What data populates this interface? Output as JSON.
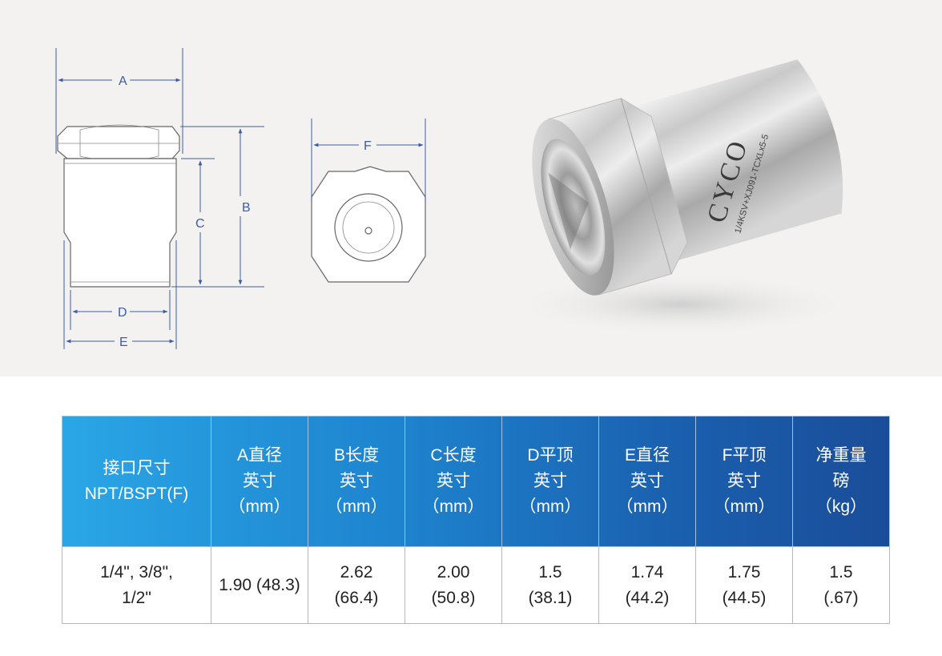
{
  "drawing": {
    "labels": {
      "a": "A",
      "b": "B",
      "c": "C",
      "d": "D",
      "e": "E",
      "f": "F"
    }
  },
  "photo": {
    "brand": "CYCO",
    "part_number": "1/4KSV+XJ091-TCXLx5-5"
  },
  "table": {
    "header": [
      {
        "line1": "接口尺寸",
        "line2": "NPT/BSPT(F)",
        "line3": ""
      },
      {
        "line1": "A直径",
        "line2": "英寸",
        "line3": "（mm）"
      },
      {
        "line1": "B长度",
        "line2": "英寸",
        "line3": "（mm）"
      },
      {
        "line1": "C长度",
        "line2": "英寸",
        "line3": "（mm）"
      },
      {
        "line1": "D平顶",
        "line2": "英寸",
        "line3": "（mm）"
      },
      {
        "line1": "E直径",
        "line2": "英寸",
        "line3": "（mm）"
      },
      {
        "line1": "F平顶",
        "line2": "英寸",
        "line3": "（mm）"
      },
      {
        "line1": "净重量",
        "line2": "磅",
        "line3": "（kg）"
      }
    ],
    "row": [
      {
        "line1": "1/4\",  3/8\",",
        "line2": "1/2\""
      },
      {
        "line1": "1.90 (48.3)",
        "line2": ""
      },
      {
        "line1": "2.62",
        "line2": "(66.4)"
      },
      {
        "line1": "2.00",
        "line2": "(50.8)"
      },
      {
        "line1": "1.5",
        "line2": "(38.1)"
      },
      {
        "line1": "1.74",
        "line2": "(44.2)"
      },
      {
        "line1": "1.75",
        "line2": "(44.5)"
      },
      {
        "line1": "1.5",
        "line2": "(.67)"
      }
    ]
  }
}
